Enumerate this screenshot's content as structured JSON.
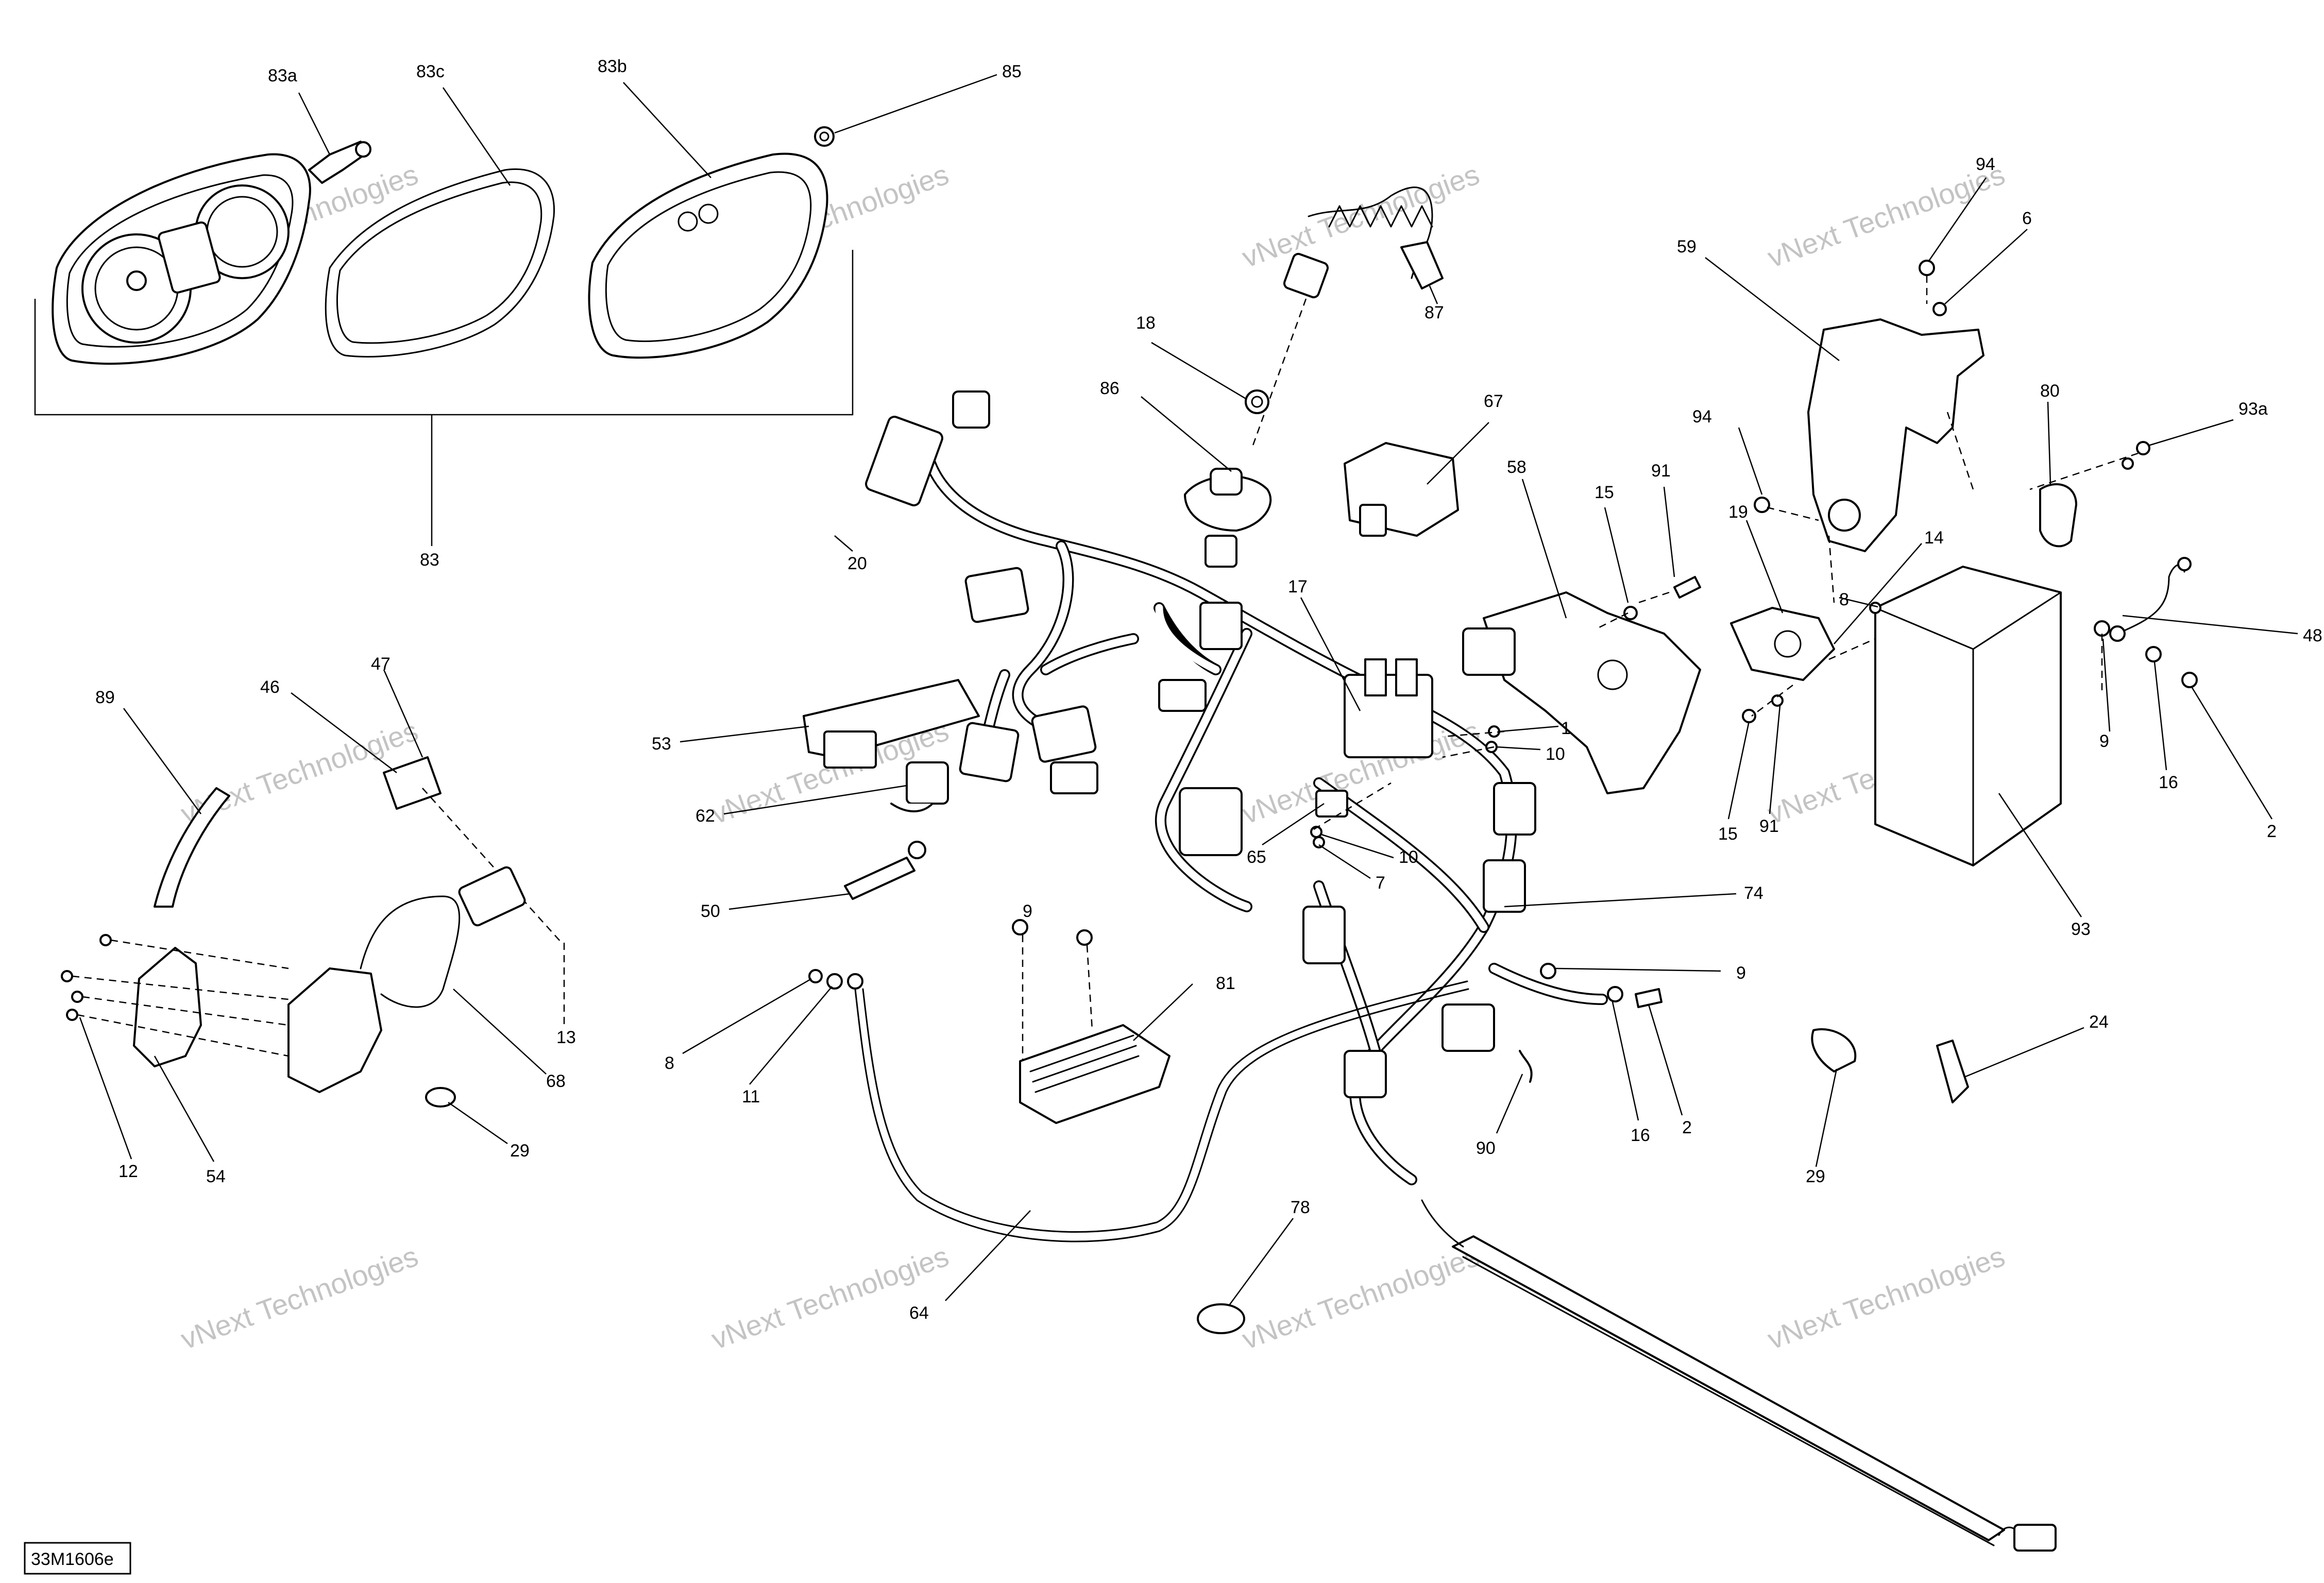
{
  "diagram_code": "33M1606e",
  "watermark": {
    "line1": "vNext Technologies",
    "line2": "vNext\nTechnologies"
  },
  "callouts": [
    {
      "id": "c83a",
      "text": "83a"
    },
    {
      "id": "c83c",
      "text": "83c"
    },
    {
      "id": "c83b",
      "text": "83b"
    },
    {
      "id": "c85",
      "text": "85"
    },
    {
      "id": "c83",
      "text": "83"
    },
    {
      "id": "c20",
      "text": "20"
    },
    {
      "id": "c18",
      "text": "18"
    },
    {
      "id": "c86",
      "text": "86"
    },
    {
      "id": "c87",
      "text": "87"
    },
    {
      "id": "c67",
      "text": "67"
    },
    {
      "id": "c58",
      "text": "58"
    },
    {
      "id": "c15a",
      "text": "15"
    },
    {
      "id": "c91a",
      "text": "91"
    },
    {
      "id": "c94a",
      "text": "94"
    },
    {
      "id": "c6",
      "text": "6"
    },
    {
      "id": "c59",
      "text": "59"
    },
    {
      "id": "c94b",
      "text": "94"
    },
    {
      "id": "c19",
      "text": "19"
    },
    {
      "id": "c14",
      "text": "14"
    },
    {
      "id": "c80",
      "text": "80"
    },
    {
      "id": "c93a",
      "text": "93a"
    },
    {
      "id": "c48",
      "text": "48"
    },
    {
      "id": "c8a",
      "text": "8"
    },
    {
      "id": "c17",
      "text": "17"
    },
    {
      "id": "c1",
      "text": "1"
    },
    {
      "id": "c10a",
      "text": "10"
    },
    {
      "id": "c10b",
      "text": "10"
    },
    {
      "id": "c7",
      "text": "7"
    },
    {
      "id": "c65",
      "text": "65"
    },
    {
      "id": "c15b",
      "text": "15"
    },
    {
      "id": "c91b",
      "text": "91"
    },
    {
      "id": "c9a",
      "text": "9"
    },
    {
      "id": "c16a",
      "text": "16"
    },
    {
      "id": "c2a",
      "text": "2"
    },
    {
      "id": "c93",
      "text": "93"
    },
    {
      "id": "c89",
      "text": "89"
    },
    {
      "id": "c46",
      "text": "46"
    },
    {
      "id": "c47",
      "text": "47"
    },
    {
      "id": "c53",
      "text": "53"
    },
    {
      "id": "c62",
      "text": "62"
    },
    {
      "id": "c50",
      "text": "50"
    },
    {
      "id": "c13",
      "text": "13"
    },
    {
      "id": "c68",
      "text": "68"
    },
    {
      "id": "c12",
      "text": "12"
    },
    {
      "id": "c54",
      "text": "54"
    },
    {
      "id": "c29a",
      "text": "29"
    },
    {
      "id": "c9b",
      "text": "9"
    },
    {
      "id": "c81",
      "text": "81"
    },
    {
      "id": "c74",
      "text": "74"
    },
    {
      "id": "c9c",
      "text": "9"
    },
    {
      "id": "c8b",
      "text": "8"
    },
    {
      "id": "c11",
      "text": "11"
    },
    {
      "id": "c90",
      "text": "90"
    },
    {
      "id": "c16b",
      "text": "16"
    },
    {
      "id": "c2b",
      "text": "2"
    },
    {
      "id": "c29b",
      "text": "29"
    },
    {
      "id": "c24",
      "text": "24"
    },
    {
      "id": "c64",
      "text": "64"
    },
    {
      "id": "c78",
      "text": "78"
    }
  ]
}
